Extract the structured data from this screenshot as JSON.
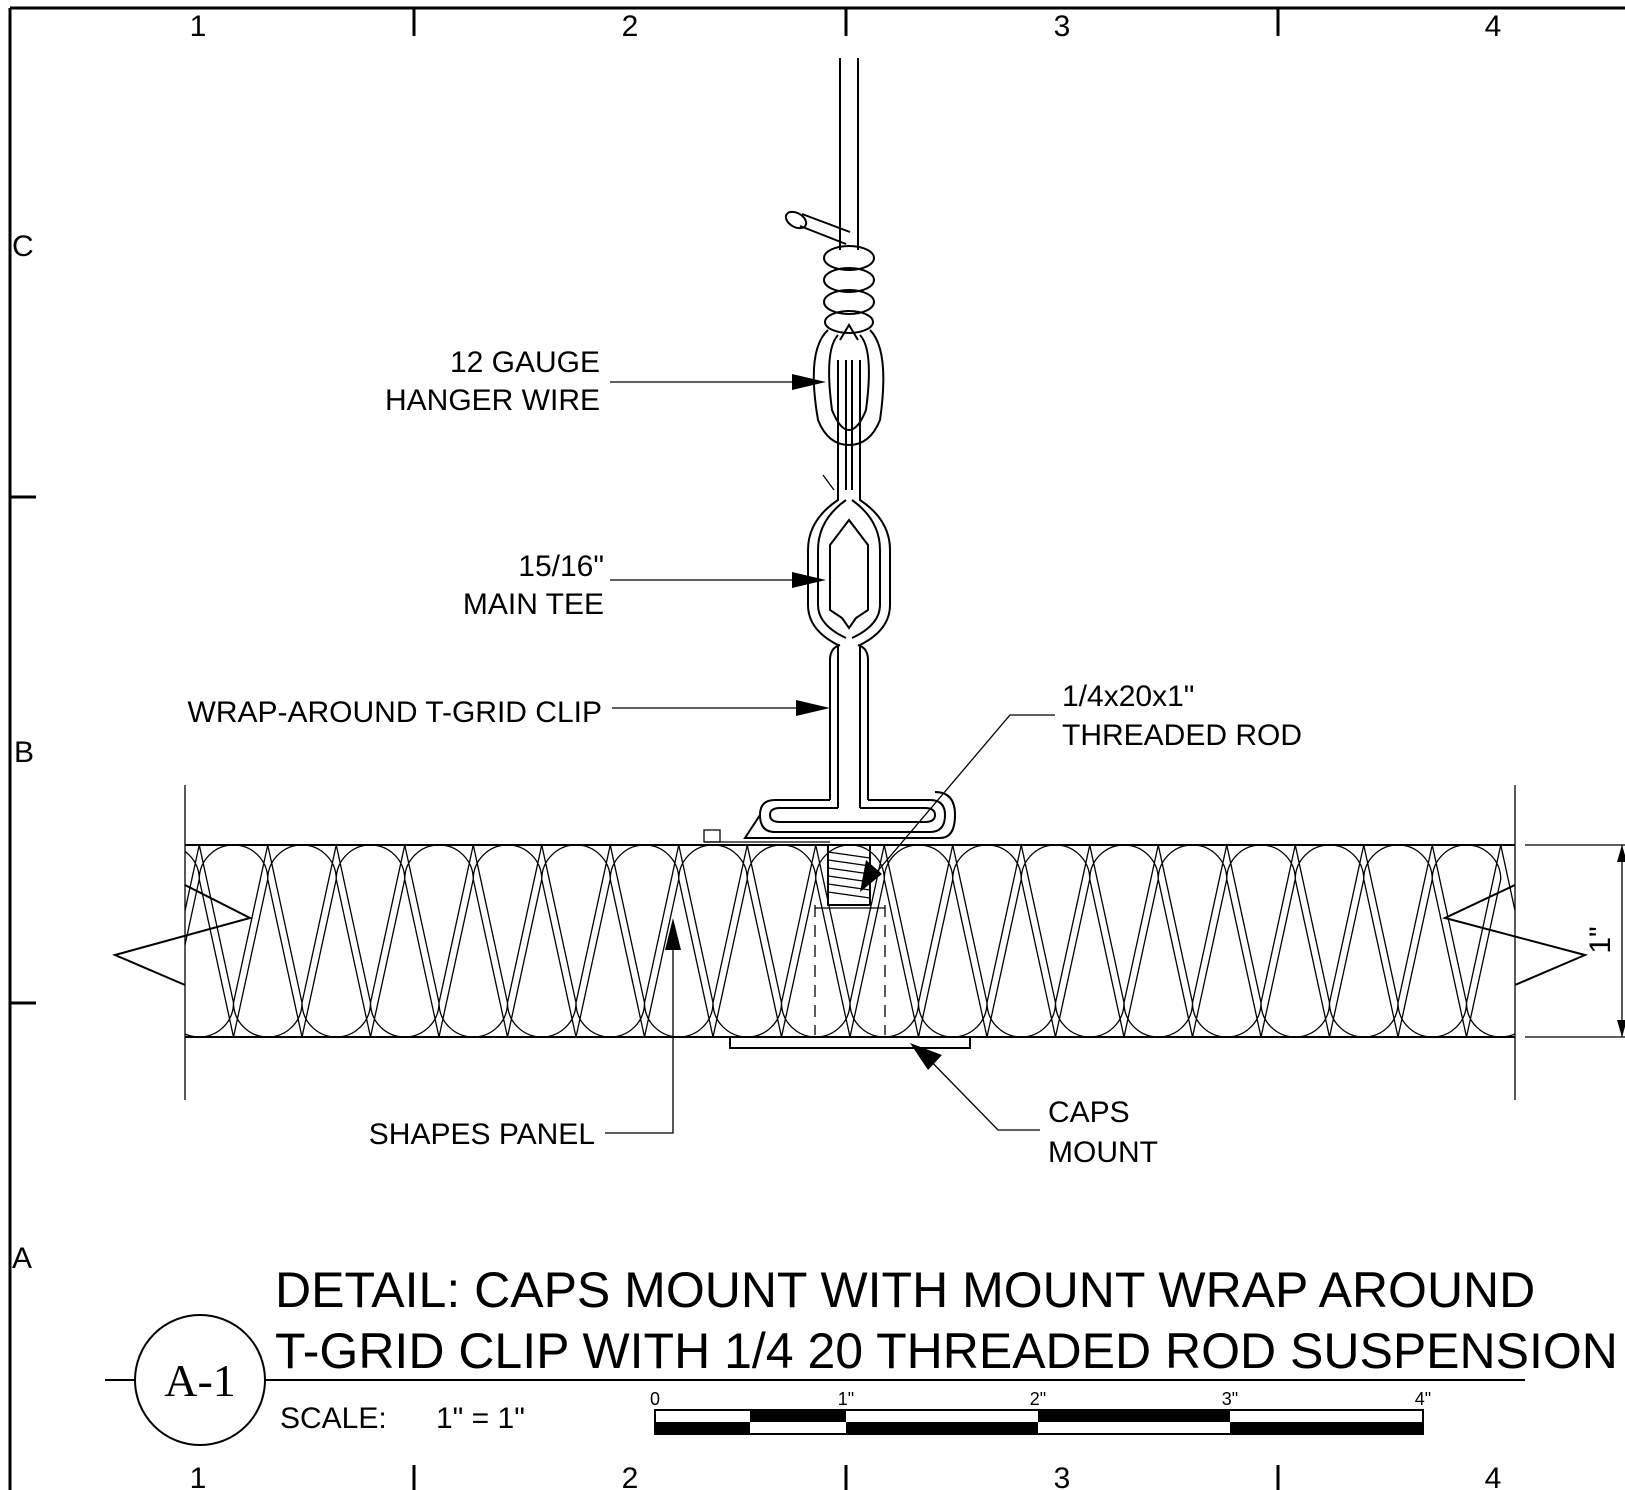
{
  "grid": {
    "columns": [
      "1",
      "2",
      "3",
      "4"
    ],
    "rows": [
      "C",
      "B",
      "A"
    ]
  },
  "labels": {
    "hanger_wire": [
      "12 GAUGE",
      "HANGER  WIRE"
    ],
    "main_tee": [
      "15/16\"",
      "MAIN TEE"
    ],
    "clip": "WRAP-AROUND T-GRID CLIP",
    "threaded_rod": [
      "1/4x20x1\"",
      "THREADED  ROD"
    ],
    "panel": "SHAPES PANEL",
    "caps_mount": [
      "CAPS",
      "MOUNT"
    ],
    "dimension": "1\""
  },
  "title_block": {
    "detail_id": "A-1",
    "title_line1": "DETAIL: CAPS MOUNT WITH MOUNT WRAP AROUND",
    "title_line2": "T-GRID CLIP WITH 1/4 20 THREADED ROD SUSPENSION",
    "scale_label": "SCALE:",
    "scale_value": "1\"  = 1\"",
    "scale_ticks": [
      "0",
      "1\"",
      "2\"",
      "3\"",
      "4\""
    ]
  }
}
